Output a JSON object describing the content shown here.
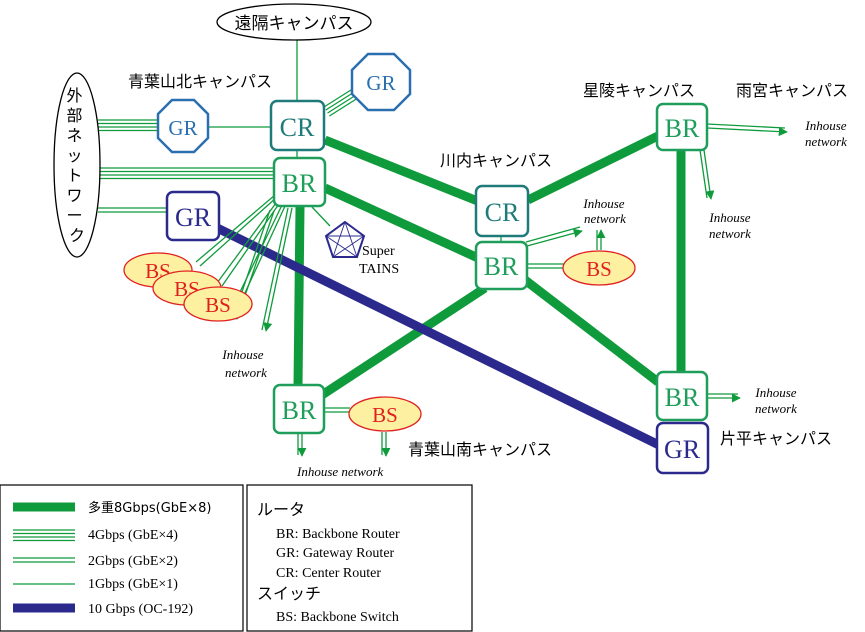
{
  "colors": {
    "green": "#0f9b3c",
    "green_box": "#1e9e5a",
    "teal": "#1f7a7a",
    "blue_gr": "#2a6fb0",
    "navy": "#2b2a8c",
    "bs_fill": "#fdf0a0",
    "bs_text": "#e02020"
  },
  "campuses": {
    "enkaku": "遠隔キャンパス",
    "aobayama_kita": "青葉山北キャンパス",
    "kawauchi": "川内キャンパス",
    "seiryo": "星陵キャンパス",
    "amamiya": "雨宮キャンパス",
    "aobayama_minami": "青葉山南キャンパス",
    "katahira": "片平キャンパス",
    "external": [
      "外",
      "部",
      "ネ",
      "ッ",
      "ト",
      "ワ",
      "ー",
      "ク"
    ]
  },
  "nodes": {
    "gr": "GR",
    "cr": "CR",
    "br": "BR",
    "bs": "BS",
    "super_tains_1": "Super",
    "super_tains_2": "TAINS"
  },
  "inhouse": {
    "line1": "Inhouse",
    "line2": "network",
    "single": "Inhouse network"
  },
  "legend": {
    "links": [
      {
        "label": "多重8Gbps(GbE×8)"
      },
      {
        "label": "4Gbps (GbE×4)"
      },
      {
        "label": "2Gbps (GbE×2)"
      },
      {
        "label": "1Gbps (GbE×1)"
      },
      {
        "label": "10 Gbps (OC-192)"
      }
    ],
    "router_title": "ルータ",
    "router_items": [
      "BR: Backbone Router",
      "GR: Gateway Router",
      "CR: Center Router"
    ],
    "switch_title": "スイッチ",
    "switch_items": [
      "BS: Backbone Switch"
    ]
  }
}
